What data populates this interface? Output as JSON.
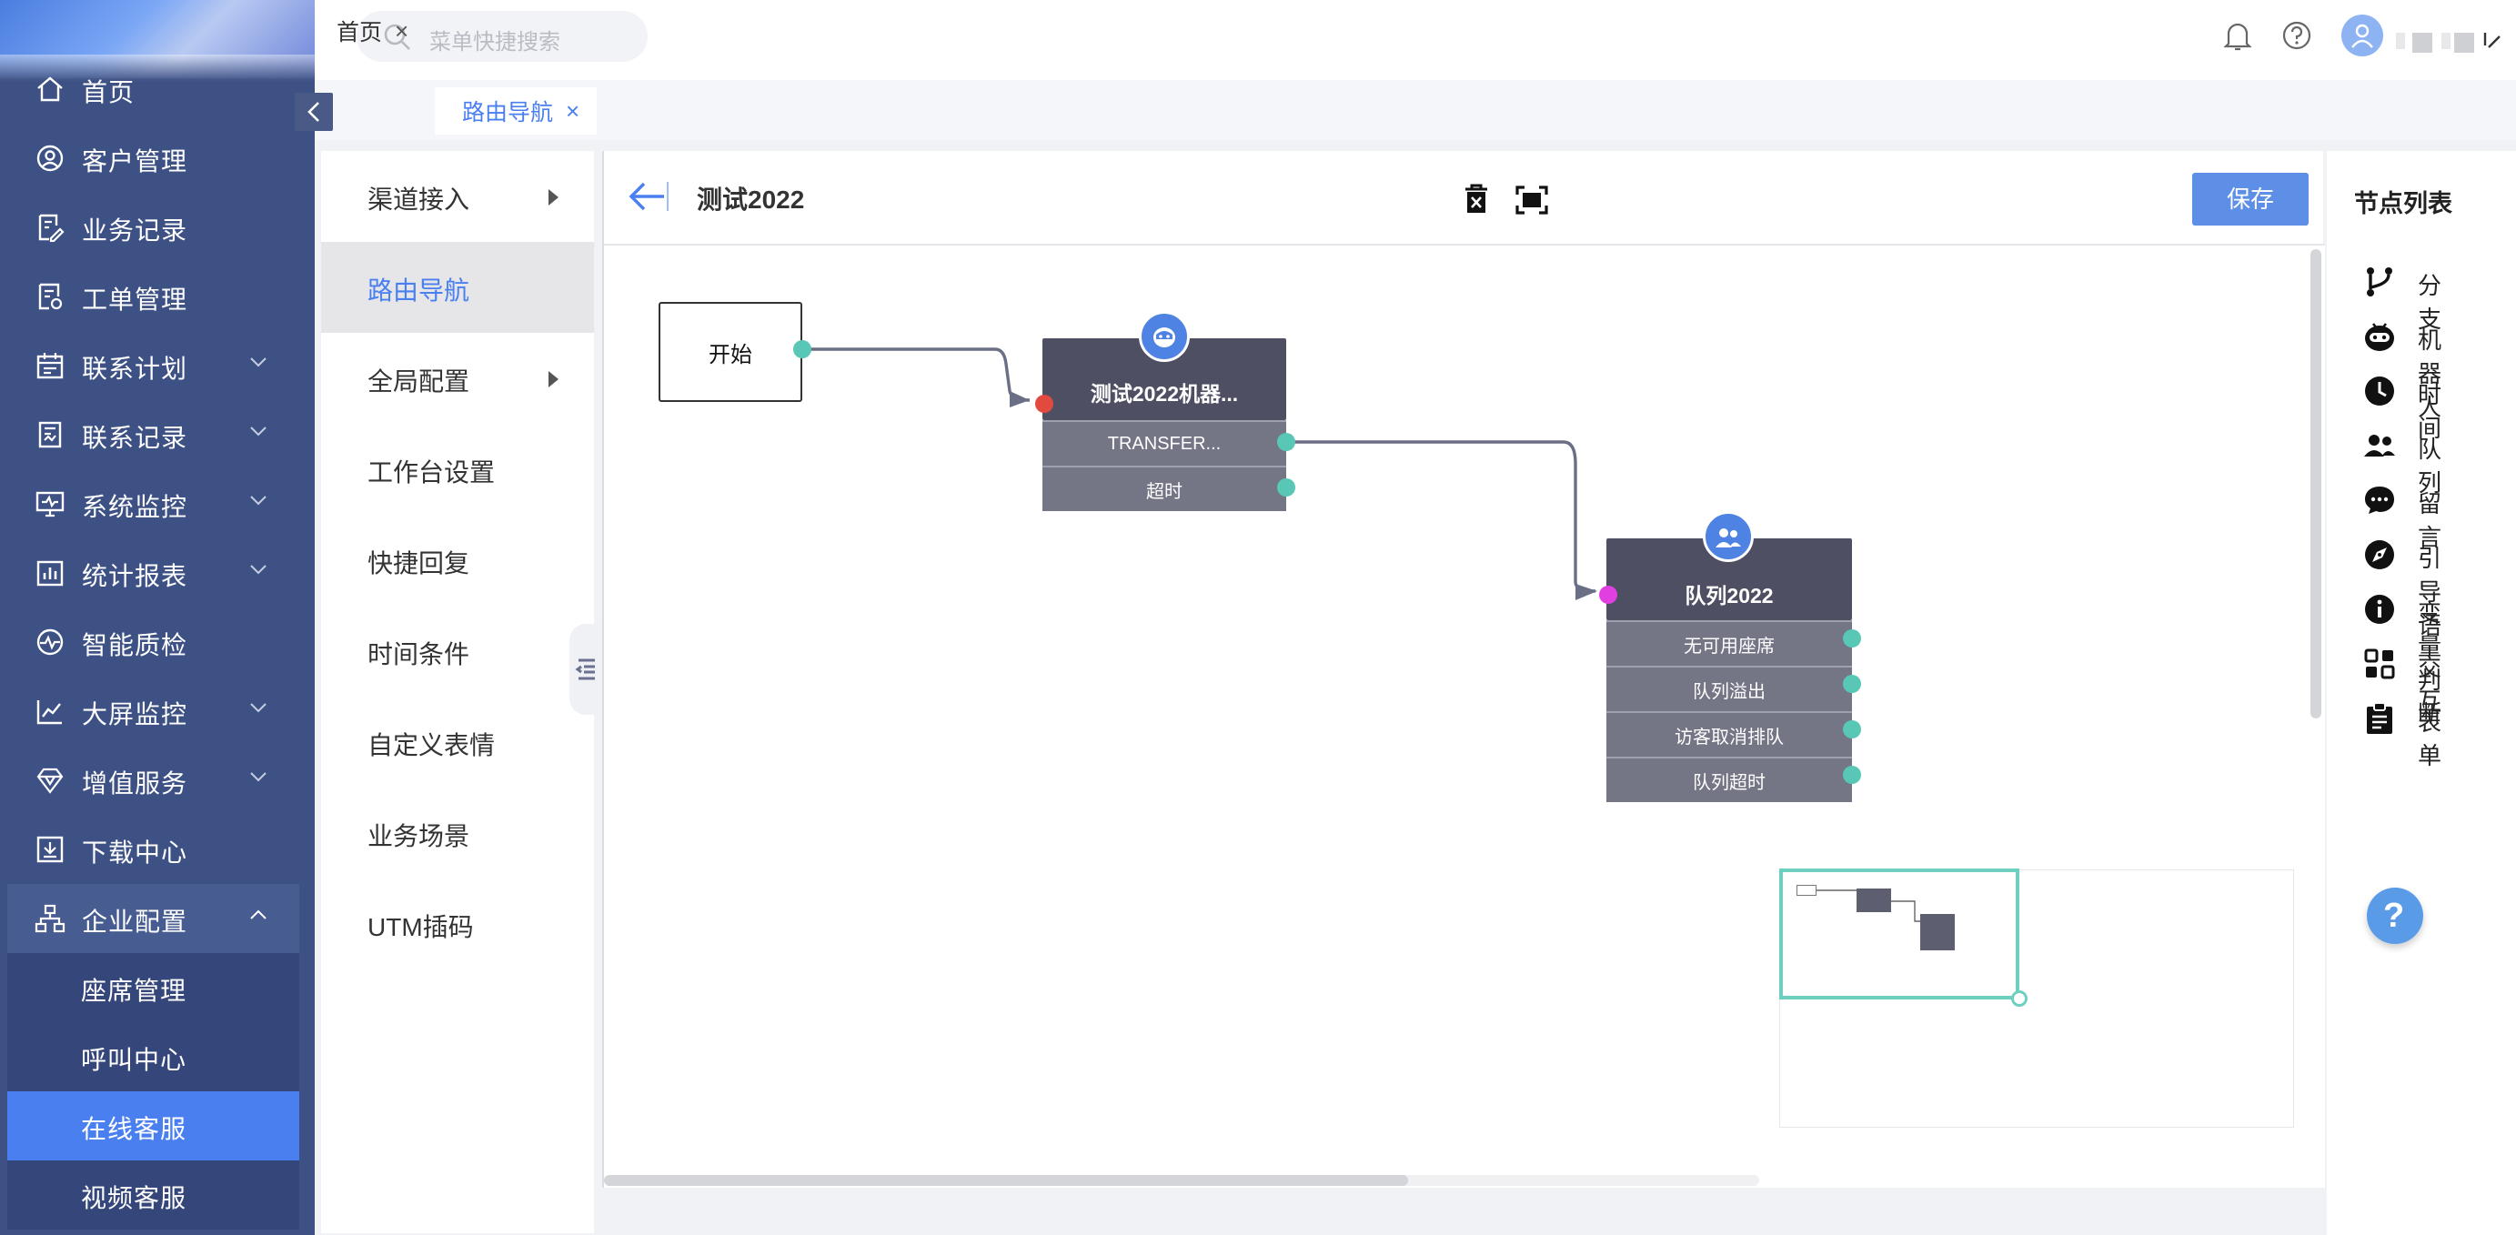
{
  "sidebar": {
    "items": [
      {
        "label": "首页",
        "icon": "home-icon"
      },
      {
        "label": "客户管理",
        "icon": "user-circle-icon"
      },
      {
        "label": "业务记录",
        "icon": "edit-doc-icon"
      },
      {
        "label": "工单管理",
        "icon": "ticket-icon"
      },
      {
        "label": "联系计划",
        "icon": "calendar-icon"
      },
      {
        "label": "联系记录",
        "icon": "record-icon"
      },
      {
        "label": "系统监控",
        "icon": "monitor-icon"
      },
      {
        "label": "统计报表",
        "icon": "chart-icon"
      },
      {
        "label": "智能质检",
        "icon": "quality-icon"
      },
      {
        "label": "大屏监控",
        "icon": "screen-icon"
      },
      {
        "label": "增值服务",
        "icon": "diamond-icon"
      },
      {
        "label": "下载中心",
        "icon": "download-icon"
      },
      {
        "label": "企业配置",
        "icon": "org-icon"
      }
    ],
    "sub_items": [
      {
        "label": "座席管理"
      },
      {
        "label": "呼叫中心"
      },
      {
        "label": "在线客服"
      },
      {
        "label": "视频客服"
      }
    ],
    "active_color": "#4a7ff0",
    "bg_color": "#3d5185"
  },
  "topbar": {
    "search_placeholder": "菜单快捷搜索"
  },
  "tabs": [
    {
      "label": "首页"
    },
    {
      "label": "路由导航"
    }
  ],
  "menu2": {
    "items": [
      {
        "label": "渠道接入"
      },
      {
        "label": "路由导航"
      },
      {
        "label": "全局配置"
      },
      {
        "label": "工作台设置"
      },
      {
        "label": "快捷回复"
      },
      {
        "label": "时间条件"
      },
      {
        "label": "自定义表情"
      },
      {
        "label": "业务场景"
      },
      {
        "label": "UTM插码"
      }
    ]
  },
  "editor": {
    "title": "测试2022",
    "save_label": "保存",
    "start_node": "开始",
    "robot_node": {
      "title": "测试2022机器...",
      "rows": [
        "TRANSFER...",
        "超时"
      ]
    },
    "queue_node": {
      "title": "队列2022",
      "rows": [
        "无可用座席",
        "队列溢出",
        "访客取消排队",
        "队列超时"
      ]
    }
  },
  "palette": {
    "title": "节点列表",
    "items": [
      {
        "label": "分支",
        "icon": "branch-icon"
      },
      {
        "label": "机器人",
        "icon": "robot-icon"
      },
      {
        "label": "时间",
        "icon": "clock-icon"
      },
      {
        "label": "队列",
        "icon": "people-icon"
      },
      {
        "label": "留言",
        "icon": "chat-icon"
      },
      {
        "label": "引导语",
        "icon": "compass-icon"
      },
      {
        "label": "变量判断",
        "icon": "info-icon"
      },
      {
        "label": "交互",
        "icon": "interact-icon"
      },
      {
        "label": "表单",
        "icon": "clipboard-icon"
      }
    ]
  }
}
